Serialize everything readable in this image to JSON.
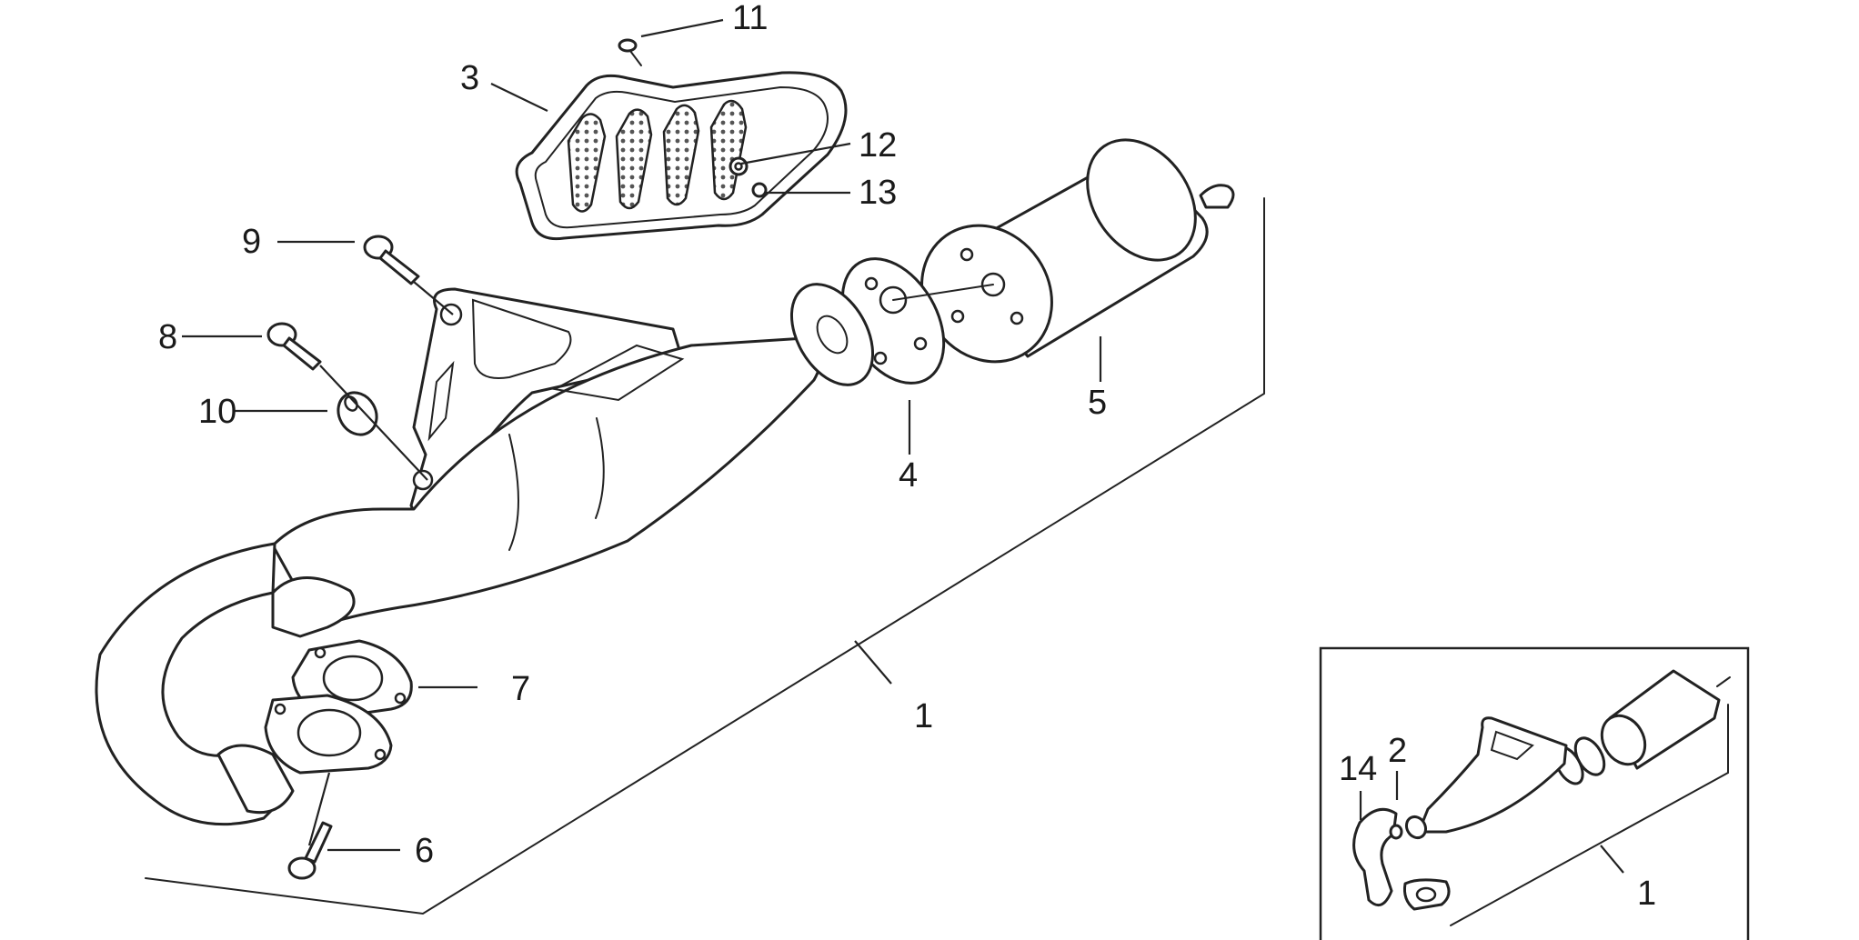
{
  "callouts": {
    "exhaust_assembly": "1",
    "gasket": "2",
    "heat_shield": "3",
    "flange_gasket": "4",
    "silencer": "5",
    "screw_bottom": "6",
    "manifold_gasket": "7",
    "screw_upper": "8",
    "screw_top": "9",
    "spacer": "10",
    "screw_shield": "11",
    "washer": "12",
    "nut": "13",
    "header_pipe": "14"
  },
  "inset": {
    "assembly_label": "1",
    "gasket_label": "2",
    "header_pipe_label": "14"
  },
  "colors": {
    "line": "#222222",
    "background": "#ffffff"
  }
}
